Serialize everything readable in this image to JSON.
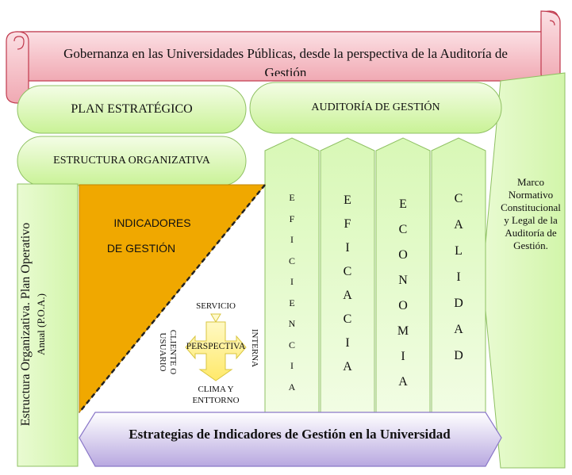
{
  "title": "Gobernanza en las Universidades Públicas, desde la perspectiva de la Auditoría de Gestión",
  "plan_estrategico": "PLAN ESTRATÉGICO",
  "auditoria": "AUDITORÍA DE GESTIÓN",
  "estructura_org": "ESTRUCTURA ORGANIZATIVA",
  "left_vertical_main": "Estructura Organizativa. Plan Operativo",
  "left_vertical_sub": "Anual (P.O.A.)",
  "indicadores_line1": "INDICADORES",
  "indicadores_line2": "DE GESTIÓN",
  "perspectiva": {
    "center": "PERSPECTIVA",
    "top": "SERVICIO",
    "bottom_line1": "CLIMA Y",
    "bottom_line2": "ENTTORNO",
    "left": "CLIENTE O USUARIO",
    "right": "INTERNA"
  },
  "columns": [
    {
      "word": "EFICIENCIA"
    },
    {
      "word": "EFICACIA"
    },
    {
      "word": "ECONOMIA"
    },
    {
      "word": "CALIDAD"
    }
  ],
  "marco": "Marco Normativo Constitucional y Legal de la Auditoría de Gestión.",
  "estrategias": "Estrategias de Indicadores de Gestión en la Universidad",
  "colors": {
    "scroll_fill": "#f3b7bf",
    "scroll_stroke": "#c0394d",
    "green_light": "#eefcd8",
    "green_mid": "#cdf59a",
    "green_stroke": "#8fc163",
    "orange": "#f0a800",
    "cross_fill": "#fff29a",
    "purple_light": "#ffffff",
    "purple_dark": "#b5a5dd",
    "purple_stroke": "#8a77c8"
  }
}
